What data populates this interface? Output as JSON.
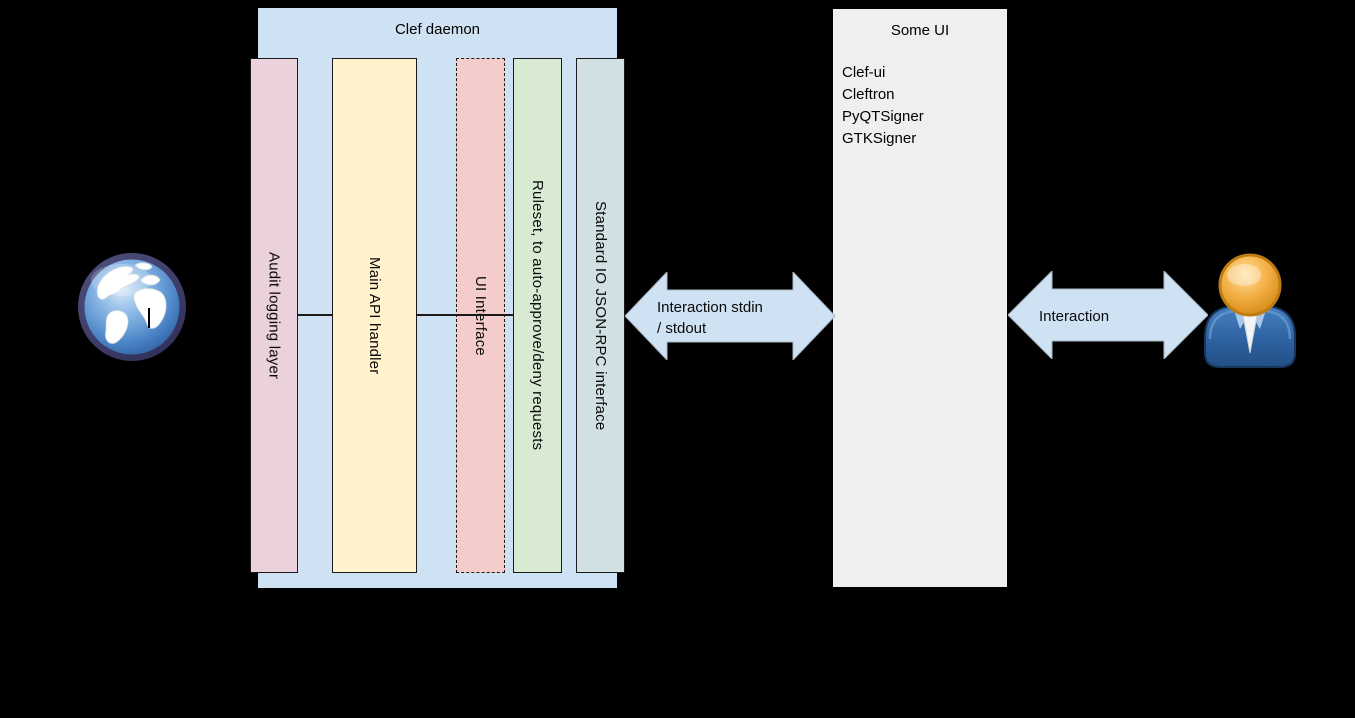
{
  "canvas": {
    "background": "#000000"
  },
  "clef_daemon": {
    "title": "Clef daemon",
    "fill": "#cfe2f3",
    "layers": [
      {
        "label": "Audit logging layer",
        "fill": "#ead1dc",
        "border_style": "solid"
      },
      {
        "label": "Main API handler",
        "fill": "#fff2cc",
        "border_style": "solid"
      },
      {
        "label": "UI Interface",
        "fill": "#f4cccc",
        "border_style": "dashed"
      },
      {
        "label": "Ruleset, to auto-approve/deny requests",
        "fill": "#d9ead3",
        "border_style": "solid"
      },
      {
        "label": "Standard IO JSON-RPC interface",
        "fill": "#d0e0e3",
        "border_style": "solid"
      }
    ]
  },
  "connections": {
    "daemon_to_ui": {
      "label_line1": "Interaction stdin",
      "label_line2": "/ stdout",
      "fill": "#cfe2f3"
    },
    "ui_to_user": {
      "label": "Interaction",
      "fill": "#cfe2f3"
    }
  },
  "some_ui": {
    "title": "Some UI",
    "fill": "#efefef",
    "items": [
      "Clef-ui",
      "Cleftron",
      "PyQTSigner",
      "GTKSigner"
    ]
  },
  "icons": {
    "globe": "globe-icon",
    "user": "user-icon"
  }
}
